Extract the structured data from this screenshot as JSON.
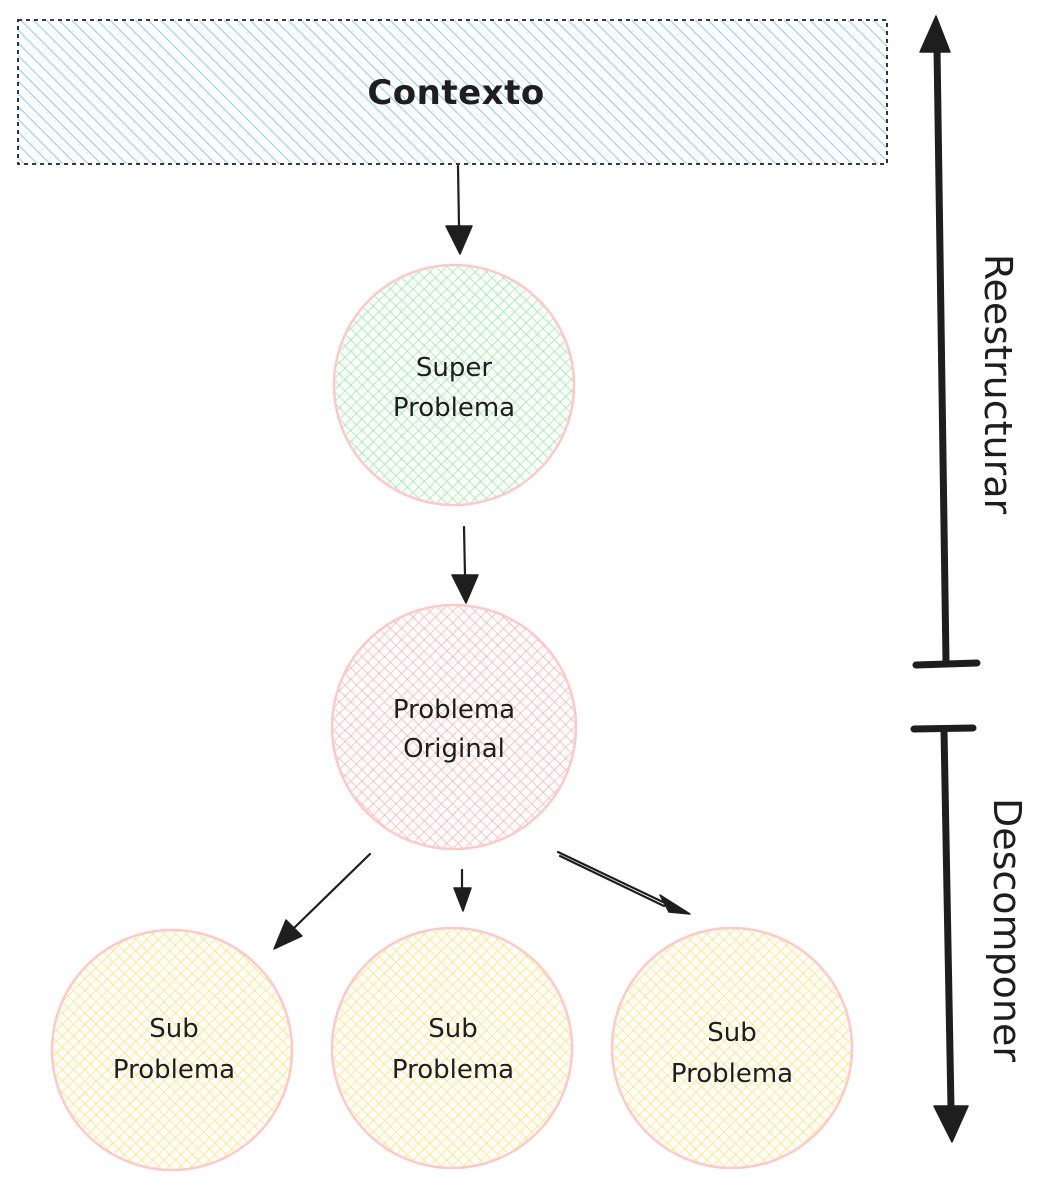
{
  "context_box": {
    "label": "Contexto",
    "fill_color": "#a5d8ff",
    "border_color": "#1e1e1e"
  },
  "nodes": {
    "super": {
      "line1": "Super",
      "line2": "Problema",
      "fill_color": "#b2f2bb",
      "border_color": "#ffc9c9"
    },
    "original": {
      "line1": "Problema",
      "line2": "Original",
      "fill_color": "#ffc9c9",
      "border_color": "#ffc9c9"
    },
    "subs": [
      {
        "line1": "Sub",
        "line2": "Problema",
        "fill_color": "#ffec99",
        "border_color": "#ffc9c9"
      },
      {
        "line1": "Sub",
        "line2": "Problema",
        "fill_color": "#ffec99",
        "border_color": "#ffc9c9"
      },
      {
        "line1": "Sub",
        "line2": "Problema",
        "fill_color": "#ffec99",
        "border_color": "#ffc9c9"
      }
    ]
  },
  "side_labels": {
    "top": "Reestructurar",
    "bottom": "Descomponer"
  },
  "colors": {
    "stroke": "#1e1e1e"
  }
}
